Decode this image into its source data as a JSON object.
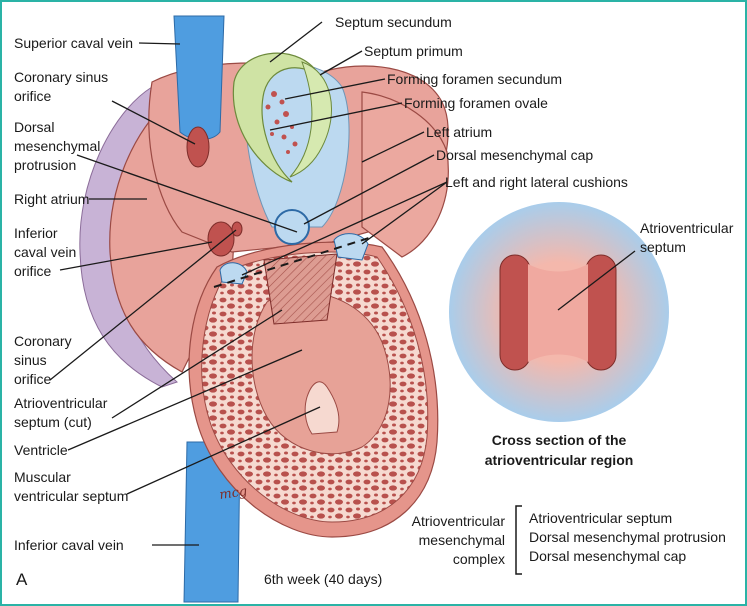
{
  "figure_letter": "A",
  "caption": "6th week (40 days)",
  "labels": {
    "superior_caval_vein": "Superior caval vein",
    "coronary_sinus_orifice_top": [
      "Coronary sinus",
      "orifice"
    ],
    "dorsal_mesenchymal_protrusion": [
      "Dorsal",
      "mesenchymal",
      "protrusion"
    ],
    "right_atrium": "Right atrium",
    "inferior_caval_vein_orifice": [
      "Inferior",
      "caval vein",
      "orifice"
    ],
    "coronary_sinus_orifice_bottom": [
      "Coronary",
      "sinus",
      "orifice"
    ],
    "atrioventricular_septum_cut": [
      "Atrioventricular",
      "septum (cut)"
    ],
    "ventricle": "Ventricle",
    "muscular_ventricular_septum": [
      "Muscular",
      "ventricular septum"
    ],
    "inferior_caval_vein": "Inferior caval vein",
    "septum_secundum": "Septum secundum",
    "septum_primum": "Septum primum",
    "forming_foramen_secundum": "Forming foramen secundum",
    "forming_foramen_ovale": "Forming foramen ovale",
    "left_atrium": "Left atrium",
    "dorsal_mesenchymal_cap": "Dorsal mesenchymal cap",
    "lateral_cushions": "Left and right lateral cushions",
    "atrioventricular_septum_inset": [
      "Atrioventricular",
      "septum"
    ]
  },
  "inset": {
    "title": [
      "Cross section of the",
      "atrioventricular region"
    ]
  },
  "complex": {
    "name": [
      "Atrioventricular",
      "mesenchymal",
      "complex"
    ],
    "items": [
      "Atrioventricular septum",
      "Dorsal mesenchymal protrusion",
      "Dorsal mesenchymal cap"
    ]
  },
  "signature": "mcg",
  "colors": {
    "border": "#2ab3a6",
    "tissue": "#e8a39b",
    "tissue_dark": "#c0524f",
    "vein_blue": "#4f9de0",
    "pale_blue": "#bcd9f0",
    "septum_green": "#cfe3a4",
    "purple": "#c8b3d6"
  }
}
